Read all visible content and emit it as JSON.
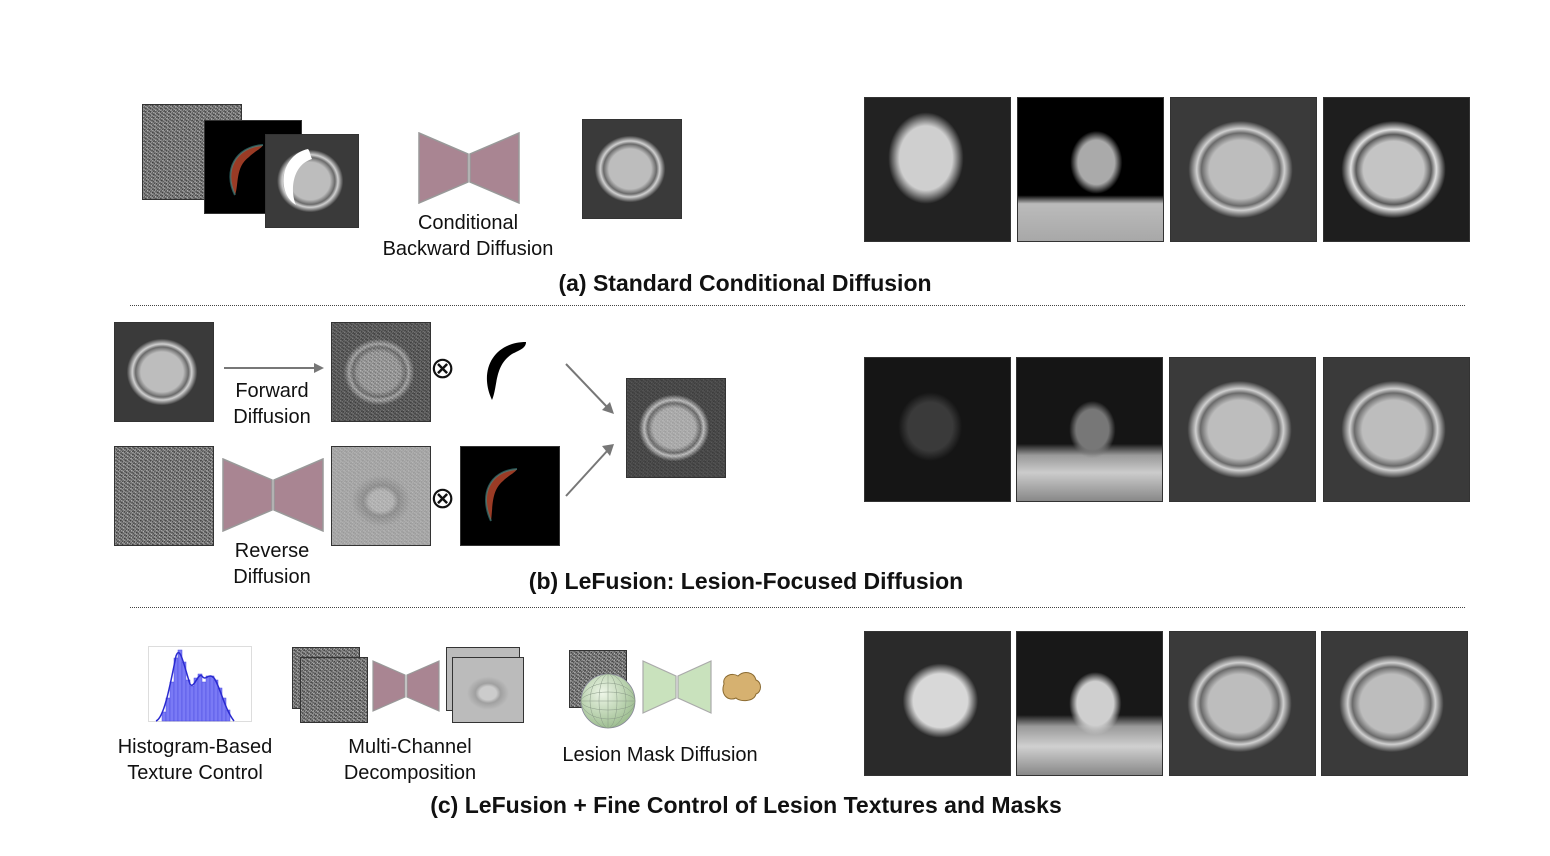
{
  "panel_a": {
    "unet_label_line1": "Conditional",
    "unet_label_line2": "Backward Diffusion",
    "title": "(a) Standard Conditional Diffusion"
  },
  "panel_b": {
    "forward_label_line1": "Forward",
    "forward_label_line2": "Diffusion",
    "reverse_label_line1": "Reverse",
    "reverse_label_line2": "Diffusion",
    "otimes_symbol": "⊗",
    "title": "(b) LeFusion: Lesion-Focused Diffusion"
  },
  "panel_c": {
    "histogram_label_line1": "Histogram-Based",
    "histogram_label_line2": "Texture Control",
    "multichannel_label_line1": "Multi-Channel",
    "multichannel_label_line2": "Decomposition",
    "mask_label": "Lesion Mask Diffusion",
    "title": "(c) LeFusion + Fine Control of Lesion Textures and Masks"
  },
  "colors": {
    "unet_mauve": "#a98592",
    "unet_green": "#c9e2bd",
    "histogram_blue": "#5b5bf0",
    "lesion_red": "#b5452c",
    "mask_tan": "#d6b170"
  }
}
